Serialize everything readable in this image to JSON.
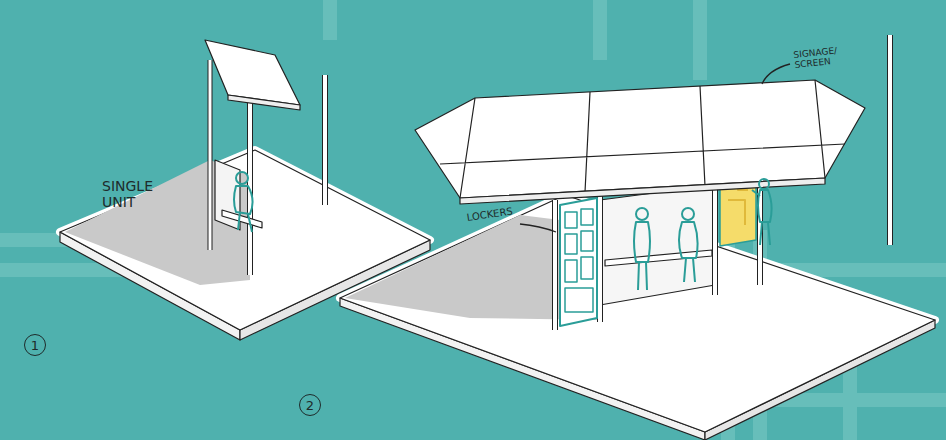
{
  "diagram": {
    "nodes": [
      {
        "text": [
          "1"
        ]
      },
      {
        "text": [
          "2"
        ]
      }
    ],
    "labels": [
      "SINGLE UNIT",
      "LOCKERS",
      "SIGNAGE/ SCREEN"
    ]
  }
}
